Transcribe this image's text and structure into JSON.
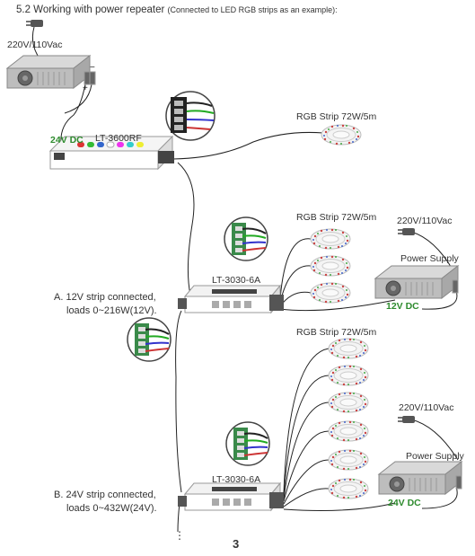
{
  "header": {
    "title": "5.2 Working with power repeater",
    "subtitle": "(Connected to LED RGB strips as an example):"
  },
  "top": {
    "ac_label": "220V/110Vac",
    "dc_label": "24V DC",
    "amp_model": "LT-3600RF",
    "strip_label": "RGB Strip  72W/5m"
  },
  "section_a": {
    "strip_label": "RGB Strip  72W/5m",
    "ac_label": "220V/110Vac",
    "psu_label": "Power Supply",
    "repeater_model": "LT-3030-6A",
    "dc_label": "12V DC",
    "note_line1": "A. 12V strip connected,",
    "note_line2": "loads 0~216W(12V)."
  },
  "section_b": {
    "strip_label": "RGB Strip  72W/5m",
    "ac_label": "220V/110Vac",
    "psu_label": "Power Supply",
    "repeater_model": "LT-3030-6A",
    "dc_label": "24V DC",
    "note_line1": "B. 24V strip connected,",
    "note_line2": "loads 0~432W(24V)."
  },
  "footer": {
    "page_number": "3",
    "ellipsis": "⋮"
  }
}
